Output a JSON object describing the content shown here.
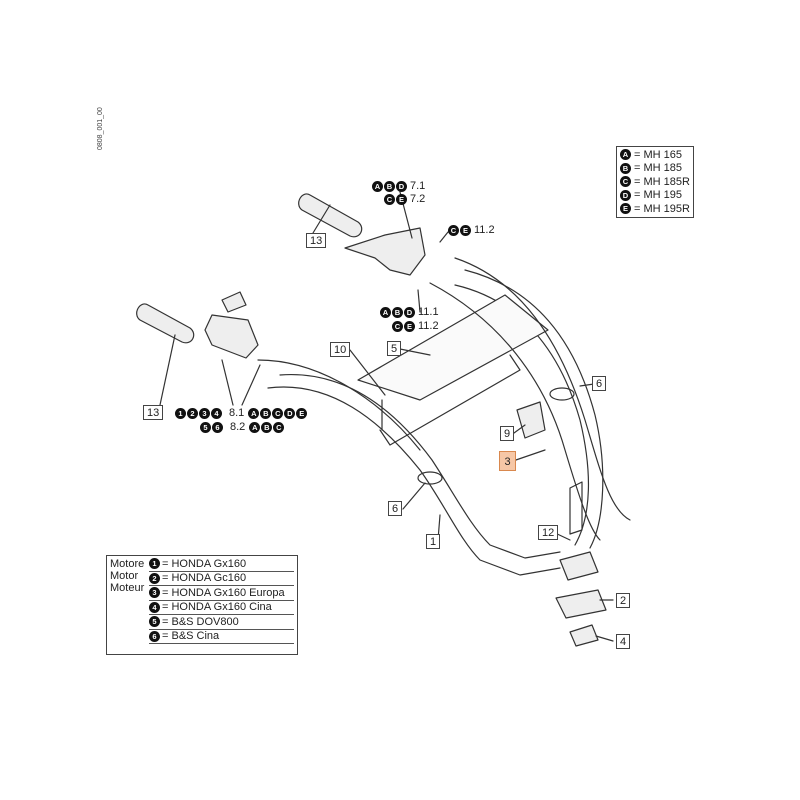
{
  "side_id": "0808_001_00",
  "model_legend": [
    {
      "code": "A",
      "text": "= MH 165"
    },
    {
      "code": "B",
      "text": "= MH 185"
    },
    {
      "code": "C",
      "text": "= MH 185R"
    },
    {
      "code": "D",
      "text": "= MH 195"
    },
    {
      "code": "E",
      "text": "= MH 195R"
    }
  ],
  "engine_legend": {
    "titles": [
      "Motore",
      "Motor",
      "Moteur"
    ],
    "rows": [
      {
        "code": "1",
        "text": "= HONDA Gx160"
      },
      {
        "code": "2",
        "text": "= HONDA Gc160"
      },
      {
        "code": "3",
        "text": "= HONDA Gx160 Europa"
      },
      {
        "code": "4",
        "text": "= HONDA Gx160 Cina"
      },
      {
        "code": "5",
        "text": "= B&S DOV800"
      },
      {
        "code": "6",
        "text": "= B&S Cina"
      }
    ]
  },
  "callouts": {
    "c13a": "13",
    "c13b": "13",
    "c10": "10",
    "c5": "5",
    "c6a": "6",
    "c6b": "6",
    "c9": "9",
    "c3": "3",
    "c12": "12",
    "c1": "1",
    "c2": "2",
    "c4": "4"
  },
  "codelines": {
    "l71": {
      "chips": [
        "A",
        "B",
        "D"
      ],
      "num": "7.1"
    },
    "l72": {
      "chips": [
        "C",
        "E"
      ],
      "num": "7.2"
    },
    "l112top": {
      "chips": [
        "C",
        "E"
      ],
      "num": "11.2"
    },
    "l111": {
      "chips": [
        "A",
        "B",
        "D"
      ],
      "num": "11.1"
    },
    "l112": {
      "chips": [
        "C",
        "E"
      ],
      "num": "11.2"
    },
    "l81": {
      "pre": [
        "1",
        "2",
        "3",
        "4"
      ],
      "num": "8.1",
      "chips": [
        "A",
        "B",
        "C",
        "D",
        "E"
      ]
    },
    "l82": {
      "pre": [
        "5",
        "6"
      ],
      "num": "8.2",
      "chips": [
        "A",
        "B",
        "C"
      ]
    }
  },
  "colors": {
    "highlight": "#f6c7a6",
    "line": "#333333"
  }
}
